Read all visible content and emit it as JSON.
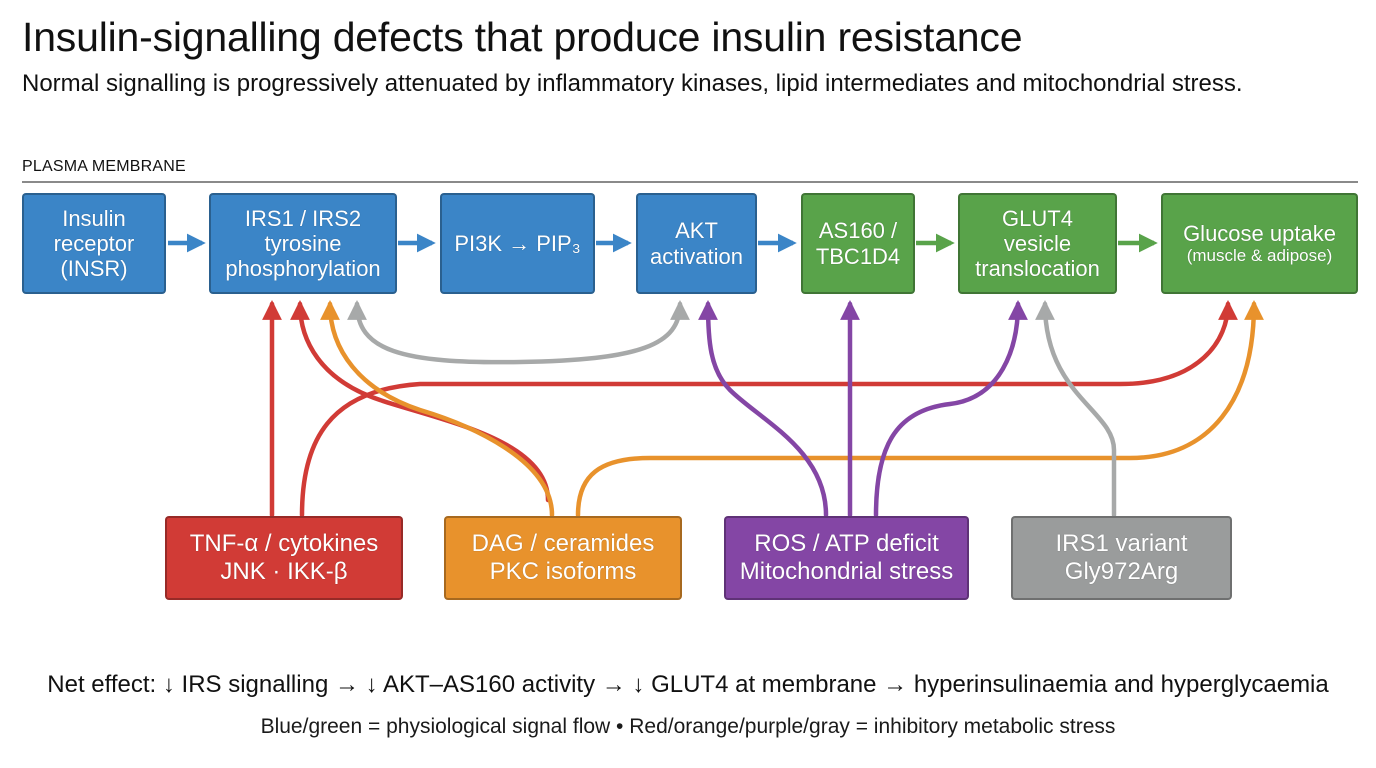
{
  "title": "Insulin-signalling defects that produce insulin resistance",
  "subtitle": "Normal signalling is progressively attenuated by inflammatory kinases, lipid intermediates and mitochondrial stress.",
  "membrane_label": "PLASMA MEMBRANE",
  "pathway": [
    {
      "id": "insr",
      "lines": [
        "Insulin",
        "receptor",
        "(INSR)"
      ],
      "color": "blue"
    },
    {
      "id": "irs",
      "lines": [
        "IRS1 / IRS2",
        "tyrosine",
        "phosphorylation"
      ],
      "color": "blue"
    },
    {
      "id": "pi3k",
      "lines": [
        "PI3K → PIP₃"
      ],
      "color": "blue"
    },
    {
      "id": "akt",
      "lines": [
        "AKT",
        "activation"
      ],
      "color": "blue"
    },
    {
      "id": "as160",
      "lines": [
        "AS160 /",
        "TBC1D4"
      ],
      "color": "green"
    },
    {
      "id": "glut4",
      "lines": [
        "GLUT4",
        "vesicle",
        "translocation"
      ],
      "color": "green"
    },
    {
      "id": "glucose",
      "lines": [
        "Glucose uptake",
        "(muscle & adipose)"
      ],
      "color": "green"
    }
  ],
  "stressors": [
    {
      "id": "tnf",
      "lines": [
        "TNF-α / cytokines",
        "JNK · IKK-β"
      ],
      "color": "red"
    },
    {
      "id": "dag",
      "lines": [
        "DAG / ceramides",
        "PKC isoforms"
      ],
      "color": "orange"
    },
    {
      "id": "ros",
      "lines": [
        "ROS / ATP deficit",
        "Mitochondrial stress"
      ],
      "color": "purple"
    },
    {
      "id": "irs1",
      "lines": [
        "IRS1 variant",
        "Gly972Arg"
      ],
      "color": "gray"
    }
  ],
  "colors": {
    "blue": "#3b85c7",
    "green": "#59a34a",
    "red": "#d13b36",
    "orange": "#e8922c",
    "purple": "#8446a5",
    "gray": "#a7a9a9"
  },
  "net_effect": "Net effect: ↓ IRS signalling → ↓ AKT–AS160 activity → ↓ GLUT4 at membrane → hyperinsulinaemia and hyperglycaemia",
  "legend_note": "Blue/green = physiological signal flow • Red/orange/purple/gray = inhibitory metabolic stress"
}
